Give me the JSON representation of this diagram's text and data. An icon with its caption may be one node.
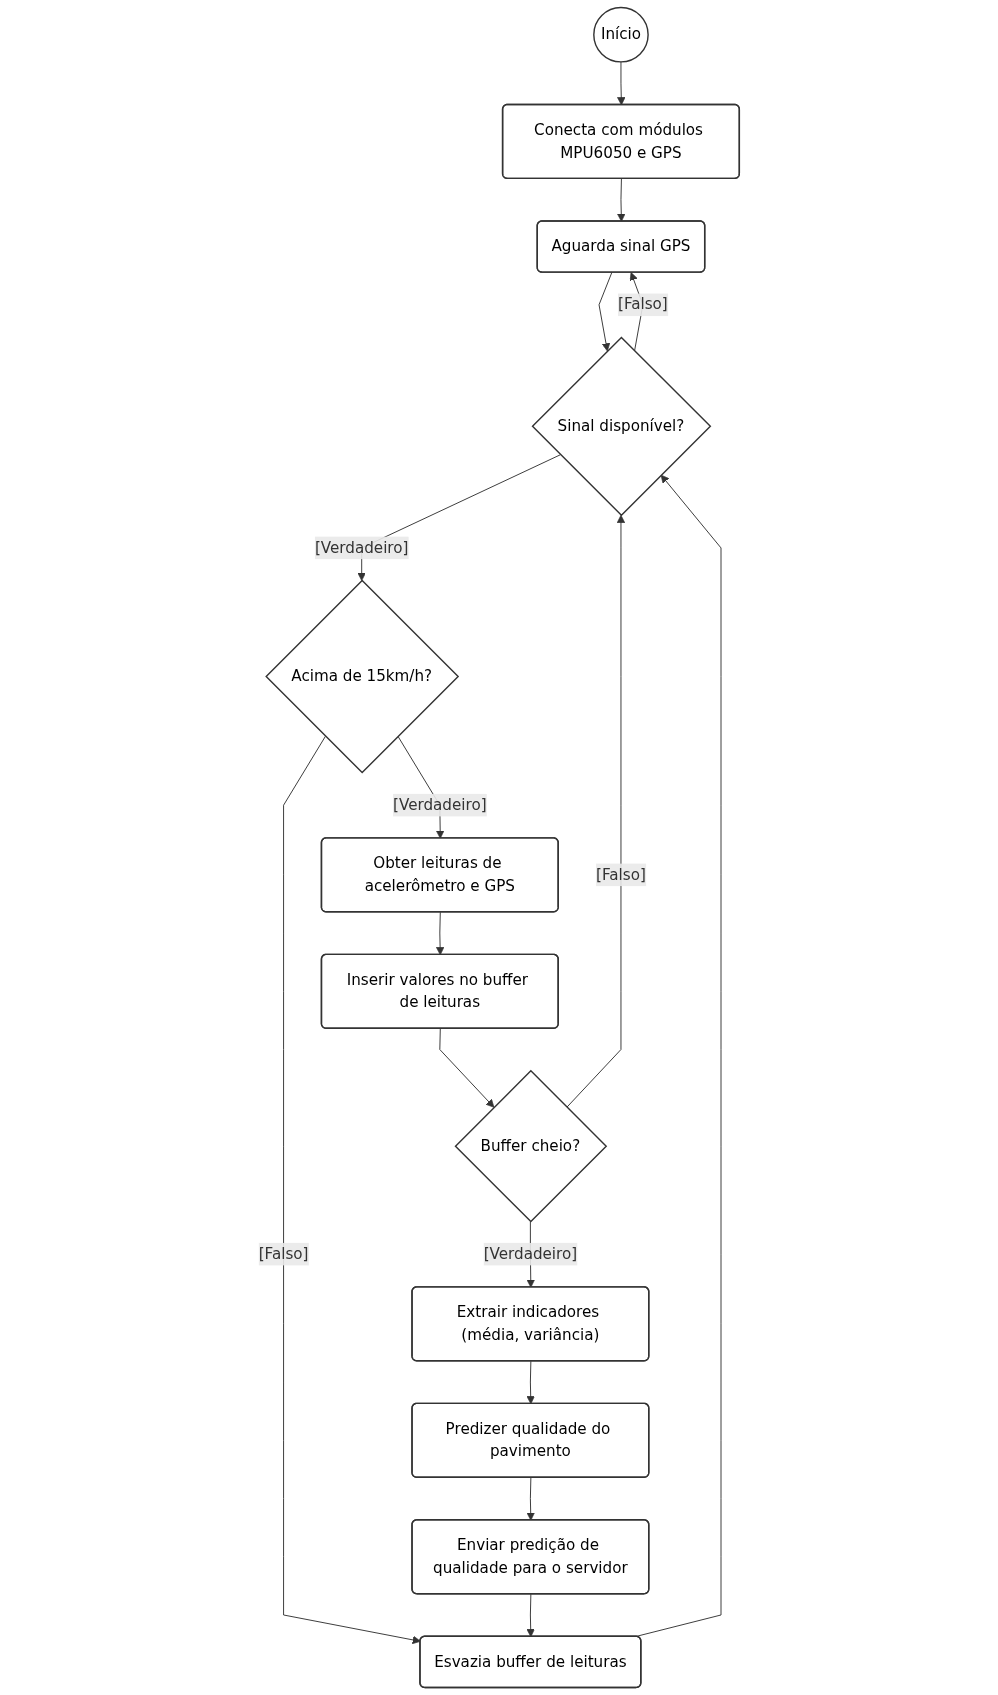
{
  "diagram": {
    "nodes": [
      {
        "text": [
          "Início"
        ]
      },
      {
        "text": [
          "Conecta com módulos MPU6050 e GPS"
        ]
      },
      {
        "text": [
          "Aguarda sinal GPS"
        ]
      },
      {
        "text": [
          "Sinal disponível?"
        ]
      },
      {
        "text": [
          "Acima de 15km/h?"
        ]
      },
      {
        "text": [
          "Obter leituras de acelerômetro e GPS"
        ]
      },
      {
        "text": [
          "Inserir valores no buffer de leituras"
        ]
      },
      {
        "text": [
          "Buffer cheio?"
        ]
      },
      {
        "text": [
          "Extrair indicadores (média, variância)"
        ]
      },
      {
        "text": [
          "Predizer qualidade do pavimento"
        ]
      },
      {
        "text": [
          "Enviar predição de qualidade para o servidor"
        ]
      },
      {
        "text": [
          "Esvazia buffer de leituras"
        ]
      }
    ],
    "edges": [
      {
        "from": 0,
        "to": 1,
        "arrow": "to"
      },
      {
        "from": 1,
        "to": 2,
        "arrow": "to"
      },
      {
        "from": 2,
        "to": 3,
        "arrow": "to"
      },
      {
        "from": 3,
        "to": 2,
        "arrow": "to",
        "label": "[Falso]"
      },
      {
        "from": 3,
        "to": 4,
        "arrow": "to",
        "label": "[Verdadeiro]"
      },
      {
        "from": 4,
        "to": 11,
        "arrow": "to",
        "label": "[Falso]"
      },
      {
        "from": 4,
        "to": 5,
        "arrow": "to",
        "label": "[Verdadeiro]"
      },
      {
        "from": 5,
        "to": 6,
        "arrow": "to"
      },
      {
        "from": 6,
        "to": 7,
        "arrow": "to"
      },
      {
        "from": 7,
        "to": 3,
        "arrow": "to",
        "label": "[Falso]"
      },
      {
        "from": 7,
        "to": 8,
        "arrow": "to",
        "label": "[Verdadeiro]"
      },
      {
        "from": 8,
        "to": 9,
        "arrow": "to"
      },
      {
        "from": 9,
        "to": 10,
        "arrow": "to"
      },
      {
        "from": 10,
        "to": 11,
        "arrow": "to"
      },
      {
        "from": 11,
        "to": 3,
        "arrow": "to"
      }
    ]
  }
}
